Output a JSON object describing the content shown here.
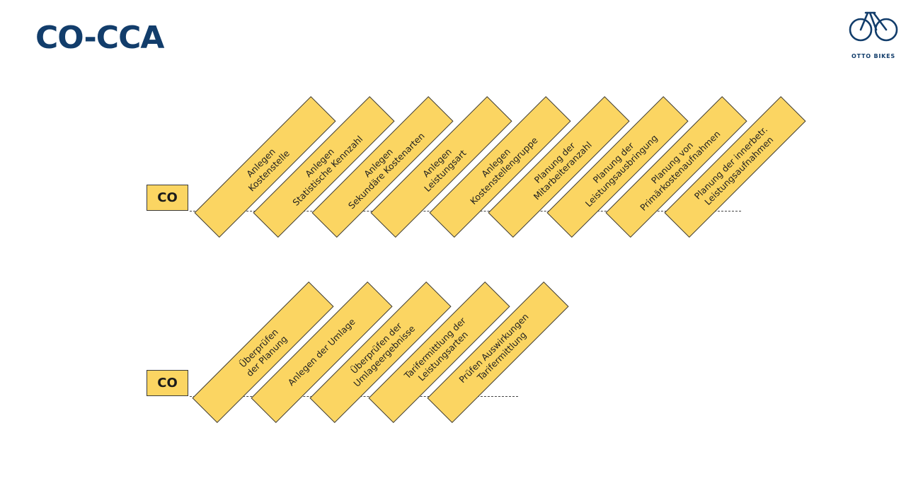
{
  "header": {
    "title": "CO-CCA"
  },
  "logo": {
    "text": "OTTO BIKES",
    "icon": "bicycle-icon"
  },
  "rows": [
    {
      "label": "CO",
      "steps": [
        "Anlegen\nKostenstelle",
        "Anlegen\nStatistische Kennzahl",
        "Anlegen\nSekundäre Kostenarten",
        "Anlegen\nLeistungsart",
        "Anlegen\nKostenstellengruppe",
        "Planung der\nMitarbeiteranzahl",
        "Planung der\nLeistungsausbringung",
        "Planung von\nPrimärkostenaufnahmen",
        "Planung der innerbetr.\nLeistungsaufnahmen"
      ]
    },
    {
      "label": "CO",
      "steps": [
        "Überprüfen\nder Planung",
        "Anlegen der Umlage",
        "Überprüfen der\nUmlageergebnisse",
        "Tarifermittlung der\nLeistungsarten",
        "Prüfen Auswirkungen\nTarifermittlung"
      ]
    }
  ],
  "colors": {
    "accent": "#123d6b",
    "box_fill": "#fbd562"
  }
}
